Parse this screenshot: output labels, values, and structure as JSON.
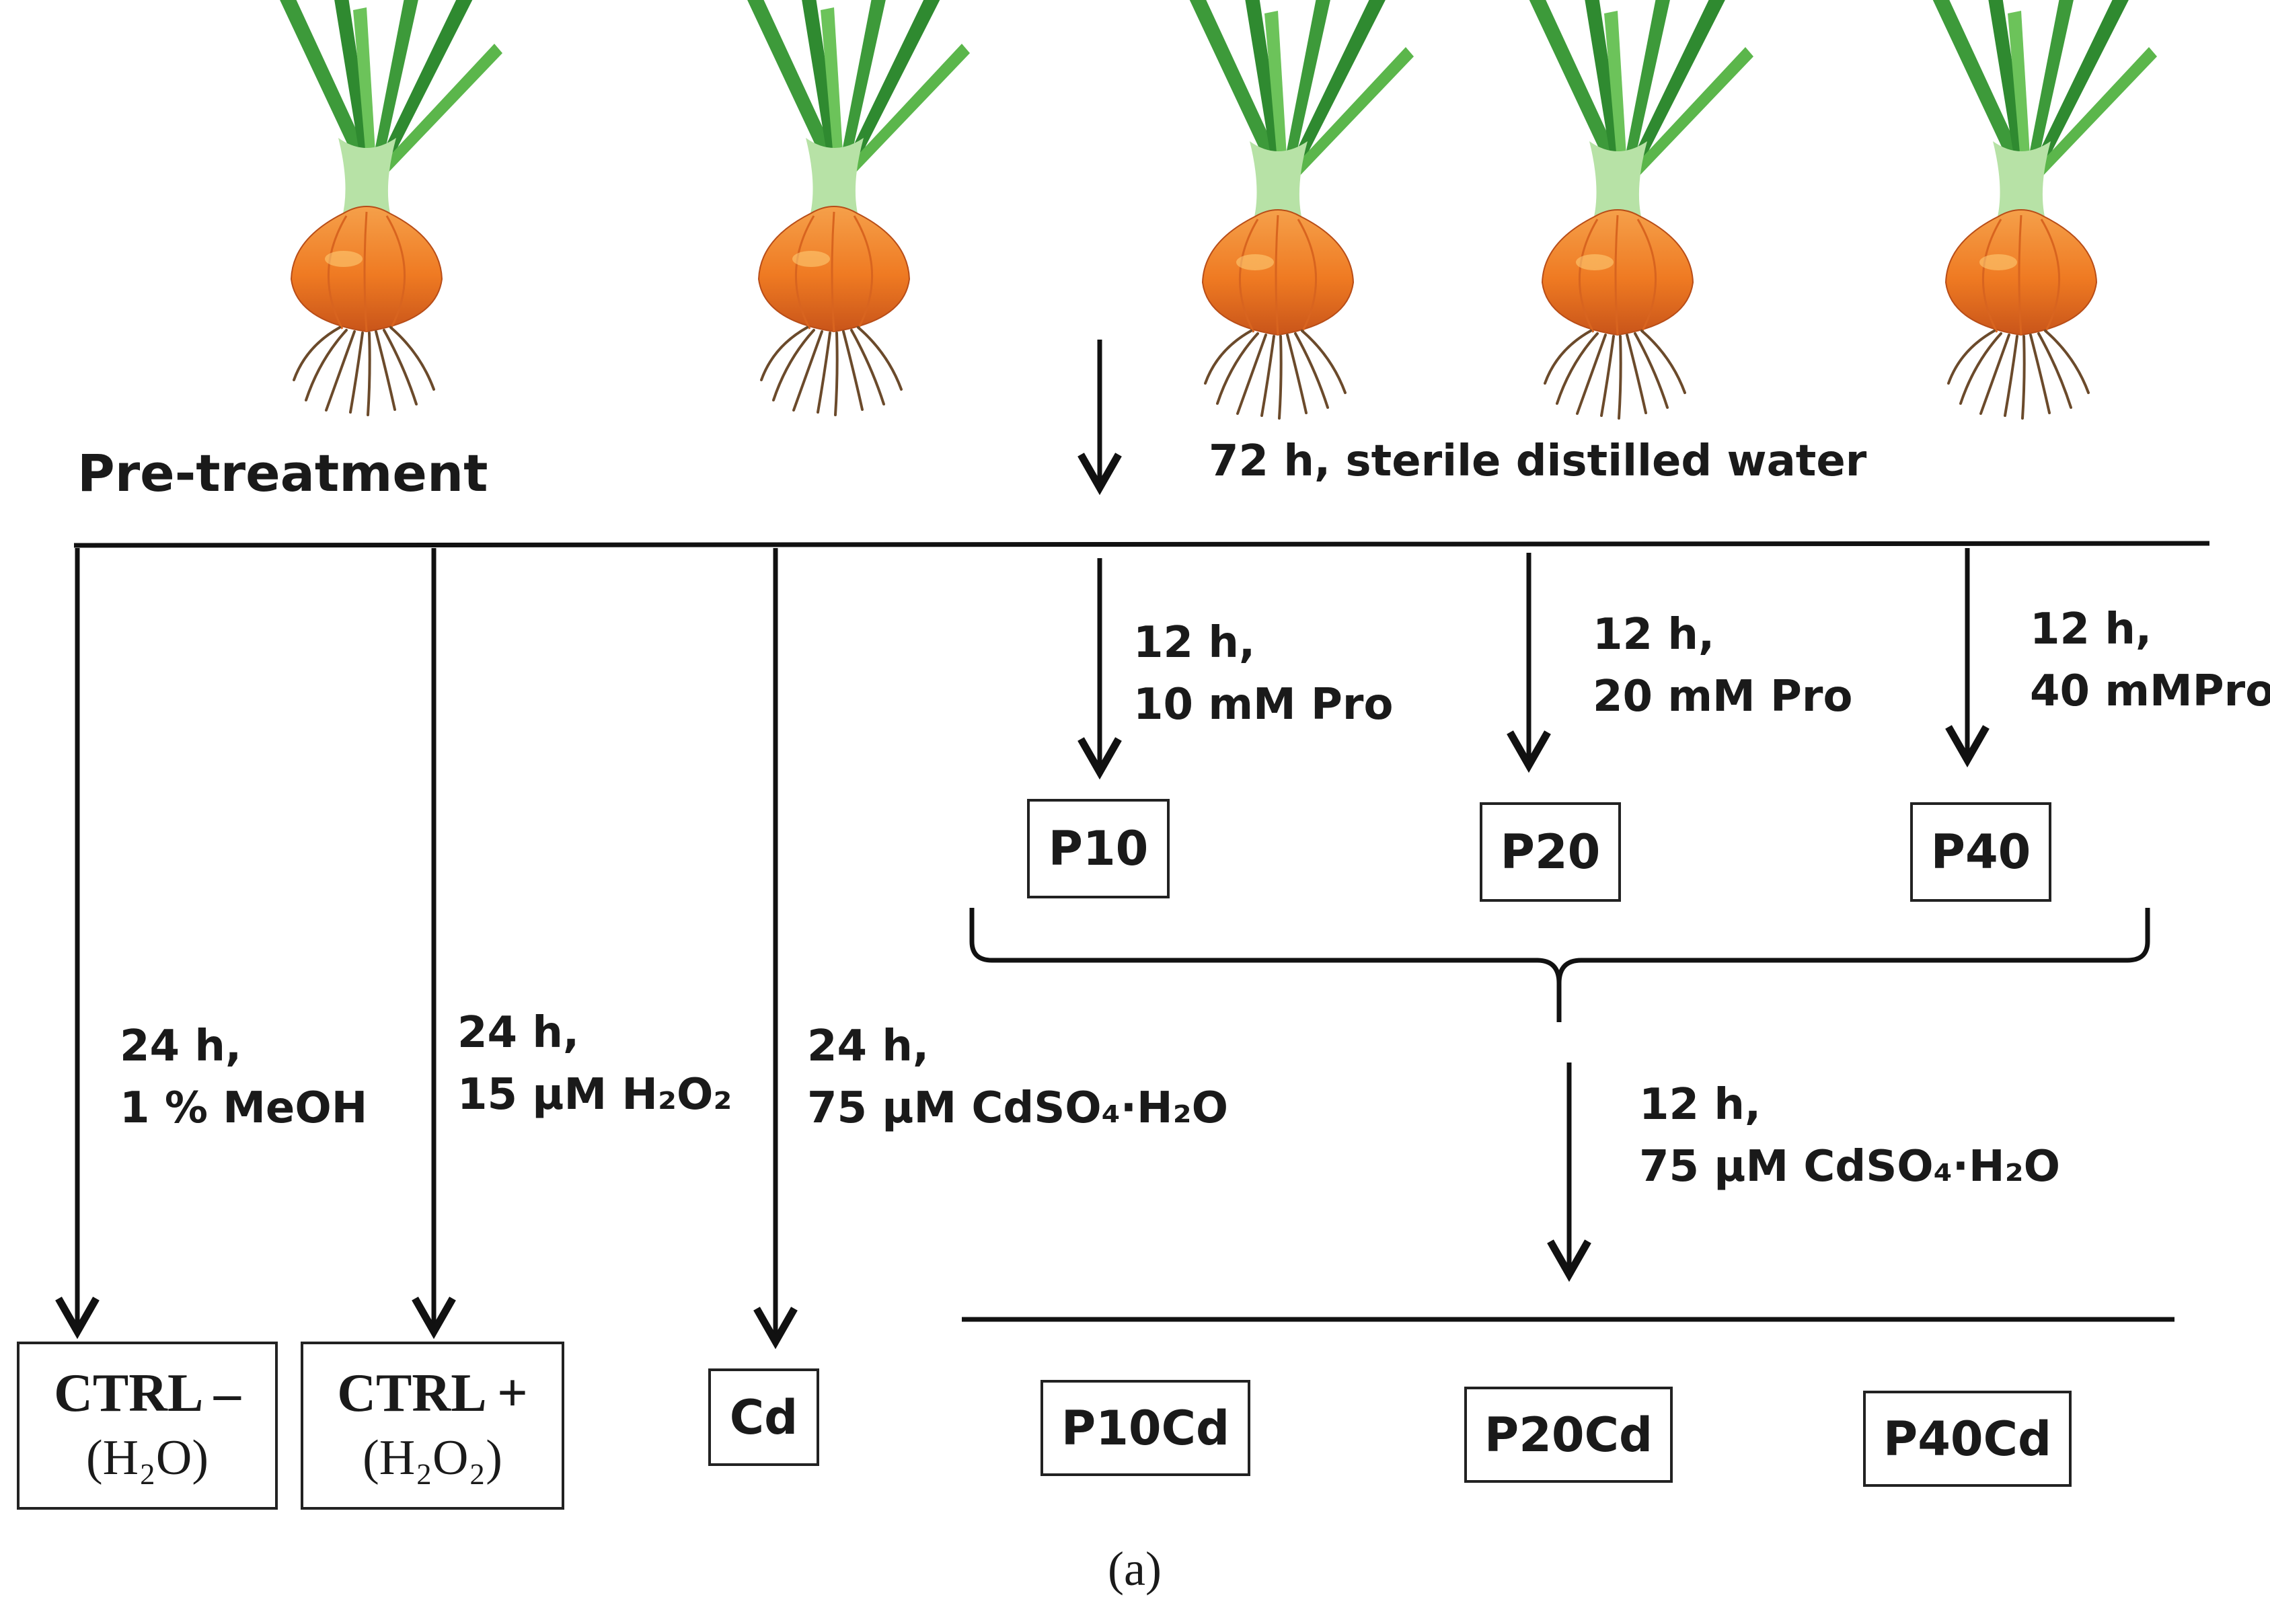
{
  "stage_label": "Pre-treatment",
  "edges": {
    "initial": "72 h, sterile distilled water",
    "p10": [
      "12 h,",
      "10 mM Pro"
    ],
    "p20": [
      "12 h,",
      "20 mM Pro"
    ],
    "p40": [
      "12 h,",
      "40 mMPro"
    ],
    "ctrl_neg": [
      "24 h,",
      "1 % MeOH"
    ],
    "ctrl_pos": [
      "24 h,",
      "15 µM H₂O₂"
    ],
    "cd": [
      "24 h,",
      "75 µM CdSO₄·H₂O"
    ],
    "combined": [
      "12 h,",
      "75 µM CdSO₄·H₂O"
    ]
  },
  "nodes": {
    "p10": "P10",
    "p20": "P20",
    "p40": "P40",
    "ctrl_neg": "CTRL –",
    "ctrl_neg_sub": "(H₂O)",
    "ctrl_pos": "CTRL +",
    "ctrl_pos_sub": "(H₂O₂)",
    "cd": "Cd",
    "p10cd": "P10Cd",
    "p20cd": "P20Cd",
    "p40cd": "P40Cd"
  },
  "caption": "(a)",
  "icons": [
    "onion-icon",
    "onion-icon",
    "onion-icon",
    "onion-icon",
    "onion-icon"
  ],
  "colors": {
    "leaf": "#3d9a3a",
    "leaf_light": "#8fd27c",
    "bulb": "#ef7a22",
    "bulb_dark": "#c9551a",
    "root": "#6b4a2b",
    "line": "#111111"
  }
}
